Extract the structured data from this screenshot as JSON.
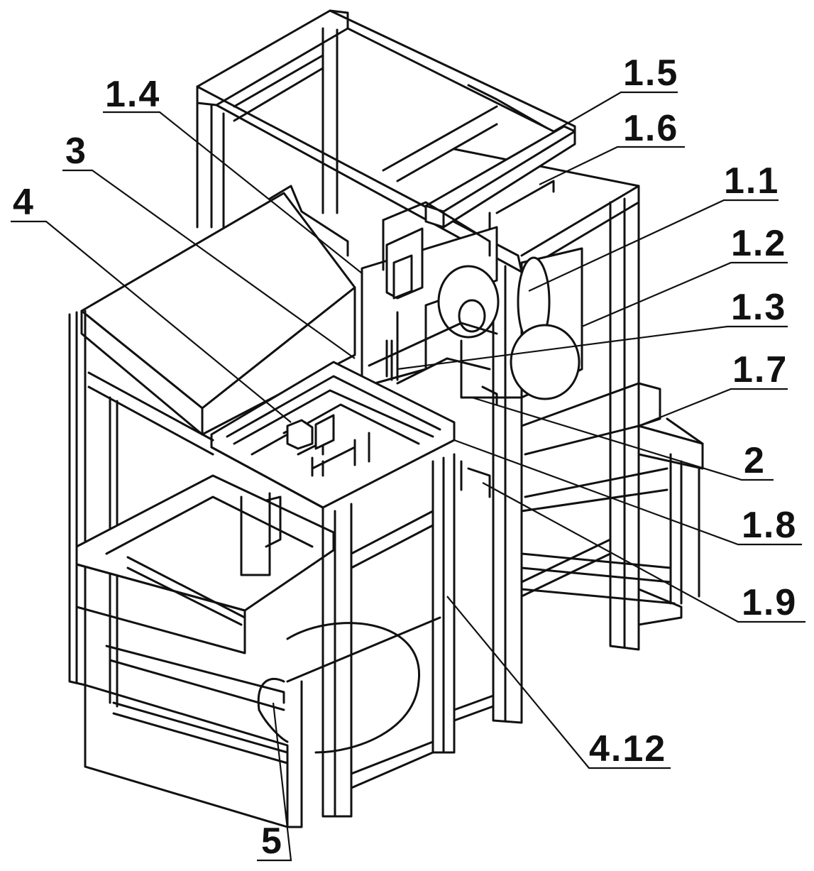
{
  "labels": {
    "l_1_5": "1.5",
    "l_1_4": "1.4",
    "l_3": "3",
    "l_1_6": "1.6",
    "l_4": "4",
    "l_1_1": "1.1",
    "l_1_2": "1.2",
    "l_1_3": "1.3",
    "l_1_7": "1.7",
    "l_2": "2",
    "l_1_8": "1.8",
    "l_1_9": "1.9",
    "l_4_12": "4.12",
    "l_5": "5"
  }
}
